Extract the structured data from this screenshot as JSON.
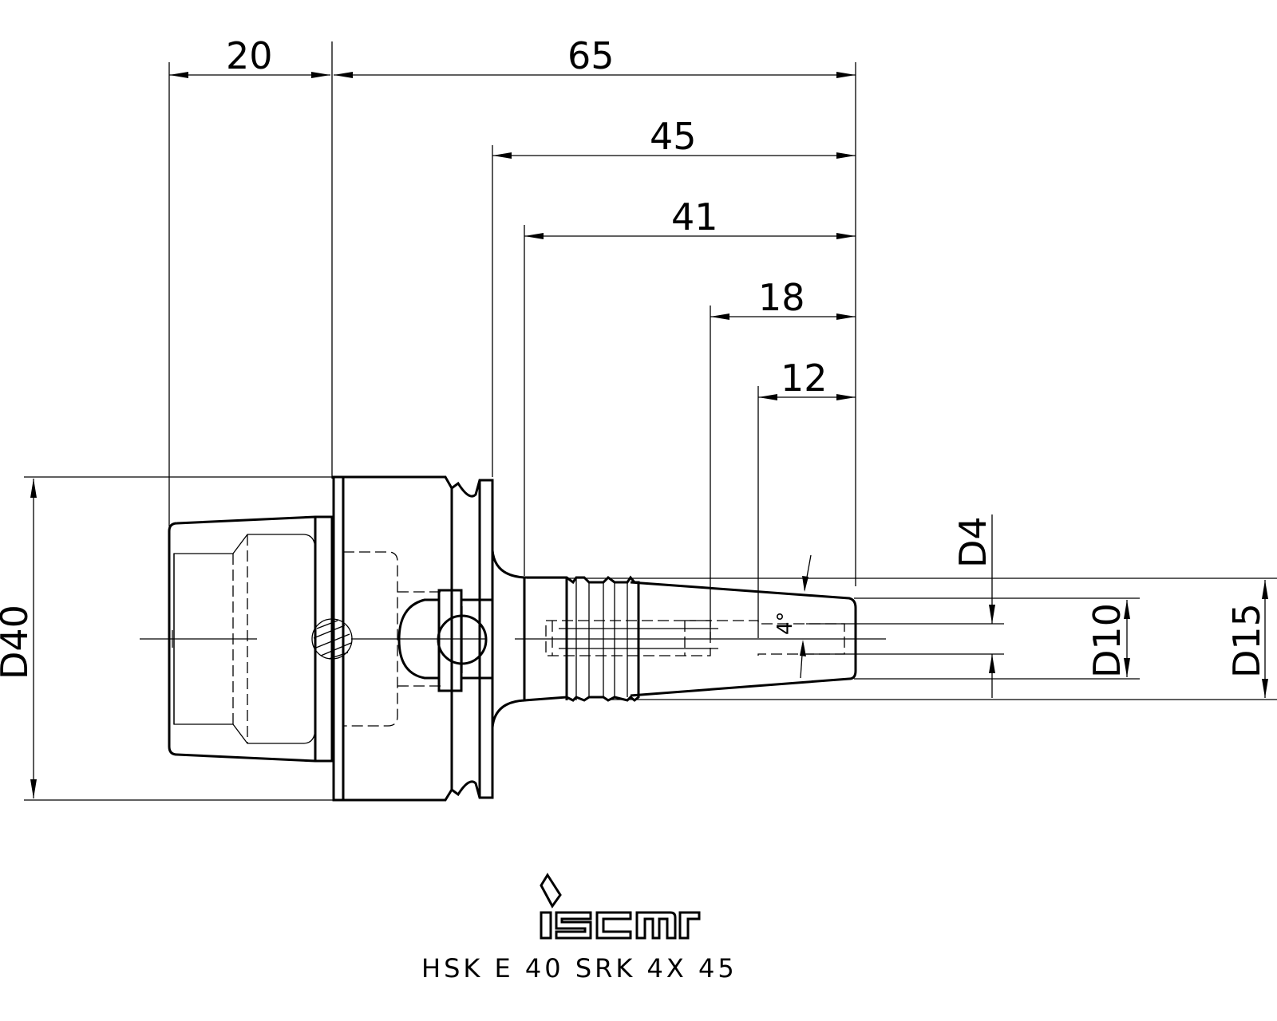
{
  "drawing": {
    "part_number": "HSK E 40 SRK 4X 45",
    "logo_text": "iscar",
    "dimensions": {
      "d20": "20",
      "d65": "65",
      "d45": "45",
      "d41": "41",
      "d18": "18",
      "d12": "12",
      "dia40": "D40",
      "dia4": "D4",
      "dia10": "D10",
      "dia15": "D15",
      "angle": "4°"
    }
  }
}
